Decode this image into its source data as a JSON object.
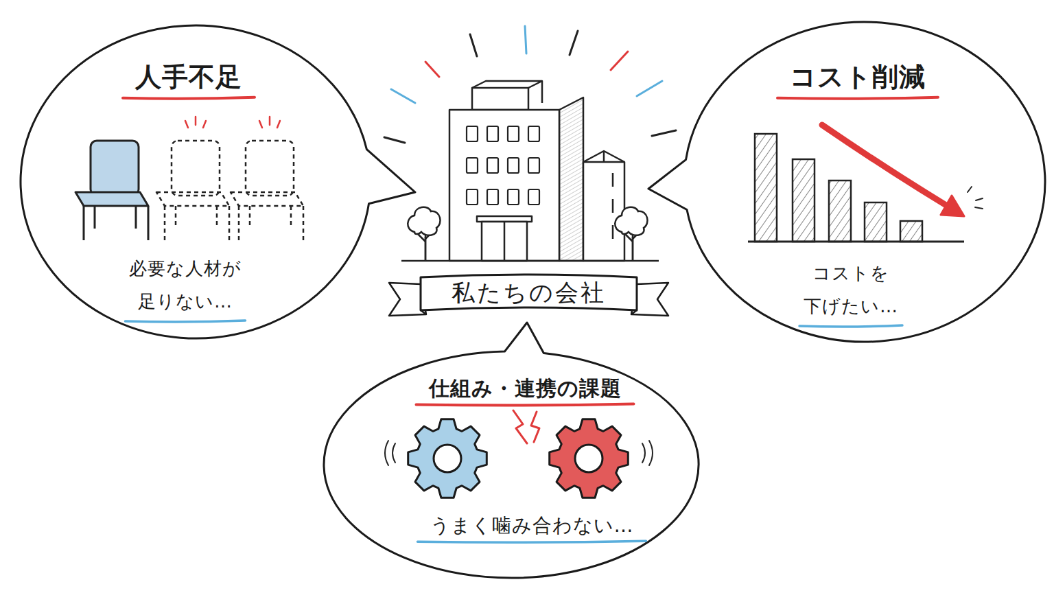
{
  "diagram": {
    "nodes": [
      {
        "text": [
          "人手不足",
          "必要な人材が 足りない…"
        ]
      },
      {
        "text": [
          "私たちの会社"
        ]
      },
      {
        "text": [
          "コスト削減",
          "コストを 下げたい…"
        ]
      },
      {
        "text": [
          "仕組み・連携の課題",
          "うまく噛み合わない…"
        ]
      }
    ]
  }
}
